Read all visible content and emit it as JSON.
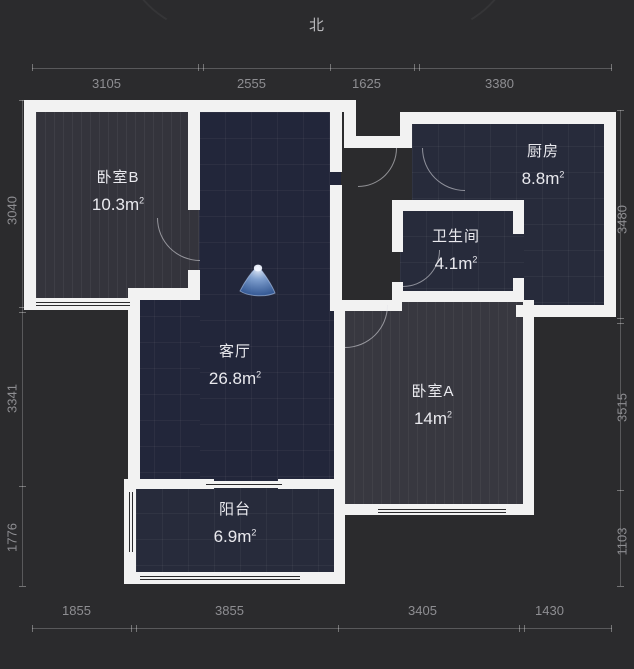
{
  "compass": {
    "north_label": "北"
  },
  "dimensions": {
    "top": [
      {
        "value": "3105"
      },
      {
        "value": "2555"
      },
      {
        "value": "1625"
      },
      {
        "value": "3380"
      }
    ],
    "bottom": [
      {
        "value": "1855"
      },
      {
        "value": "3855"
      },
      {
        "value": "3405"
      },
      {
        "value": "1430"
      }
    ],
    "left": [
      {
        "value": "3040"
      },
      {
        "value": "3341"
      },
      {
        "value": "1776"
      }
    ],
    "right": [
      {
        "value": "3480"
      },
      {
        "value": "3515"
      },
      {
        "value": "1103"
      }
    ]
  },
  "rooms": [
    {
      "id": "bedroom-b",
      "name": "卧室B",
      "area": "10.3m",
      "unit": "2"
    },
    {
      "id": "living",
      "name": "客厅",
      "area": "26.8m",
      "unit": "2"
    },
    {
      "id": "kitchen",
      "name": "厨房",
      "area": "8.8m",
      "unit": "2"
    },
    {
      "id": "bathroom",
      "name": "卫生间",
      "area": "4.1m",
      "unit": "2"
    },
    {
      "id": "bedroom-a",
      "name": "卧室A",
      "area": "14m",
      "unit": "2"
    },
    {
      "id": "balcony",
      "name": "阳台",
      "area": "6.9m",
      "unit": "2"
    }
  ],
  "viewpoint": {
    "icon": "view-cone-icon",
    "color": "#4a7fd4"
  },
  "colors": {
    "background": "#2b2b2d",
    "wall": "#f2f2f2",
    "room_fill": "#272b3b",
    "room_fill_dark": "#22263a",
    "room_fill_grey": "#34343c",
    "text": "#e9e9ee",
    "dim_text": "#8e8e92"
  }
}
